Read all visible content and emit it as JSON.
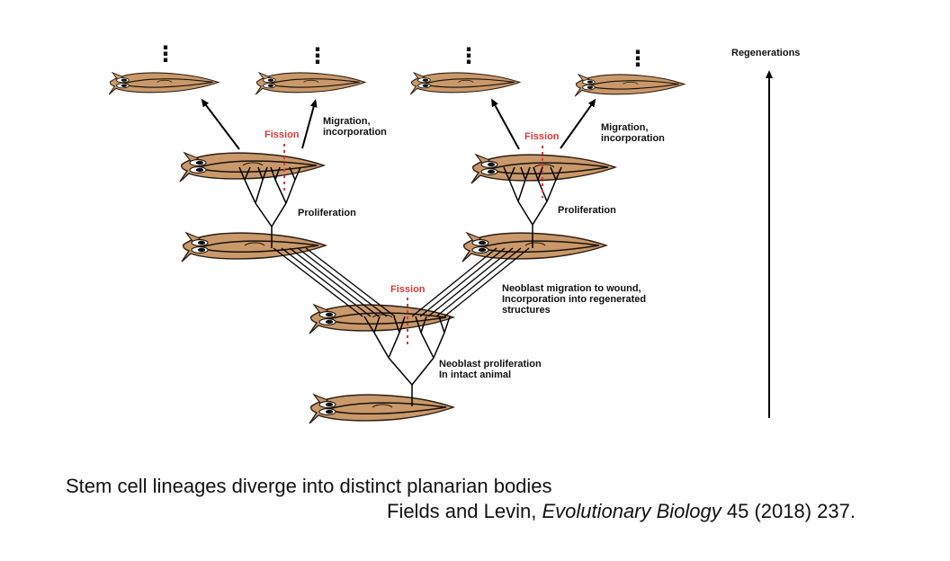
{
  "diagram": {
    "labels": {
      "regenerations": "Regenerations",
      "migration_left_1": "Migration,",
      "migration_left_2": "incorporation",
      "migration_right_1": "Migration,",
      "migration_right_2": "incorporation",
      "fission_left": "Fission",
      "fission_right": "Fission",
      "fission_center": "Fission",
      "proliferation_left": "Proliferation",
      "proliferation_right": "Proliferation",
      "neoblast_migration_1": "Neoblast migration to wound,",
      "neoblast_migration_2": "Incorporation into regenerated",
      "neoblast_migration_3": "structures",
      "neoblast_proliferation_1": "Neoblast proliferation",
      "neoblast_proliferation_2": "In intact animal",
      "ellipsis": "⋮"
    },
    "colors": {
      "worm_body": "#c9996b",
      "worm_outline": "#2b1d12",
      "fission_line": "#d83a3a",
      "lineage": "#000000"
    }
  },
  "caption": {
    "line1": "Stem cell lineages diverge into distinct planarian bodies",
    "authors": "Fields and Levin, ",
    "journal": "Evolutionary Biology",
    "reference": " 45 (2018) 237."
  }
}
